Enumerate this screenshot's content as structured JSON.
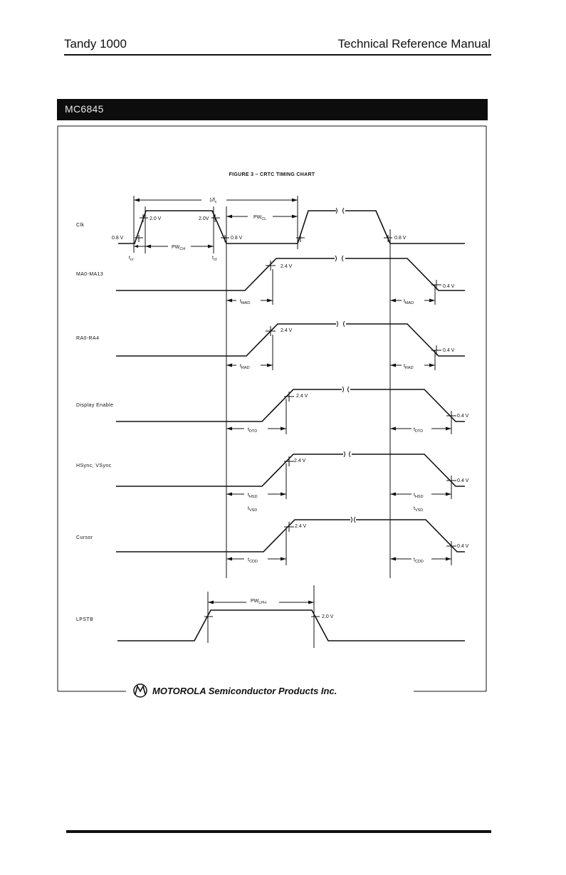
{
  "header": {
    "left": "Tandy 1000",
    "right": "Technical Reference Manual"
  },
  "banner": {
    "title": "MC6845"
  },
  "figure": {
    "title": "FIGURE 3 – CRTC TIMING CHART",
    "signals": {
      "clk": "Clk",
      "mad": "MA0-MA13",
      "rad": "RA0-RA4",
      "den": "Display Enable",
      "sync": "HSync, VSync",
      "cursor": "Cursor",
      "lpstb": "LPSTB"
    },
    "annotations": {
      "period_main": "1/f",
      "period_sub": "c",
      "v20": "2.0 V",
      "v20b": "2.0V",
      "v08": "0.8 V",
      "v24": "2.4 V",
      "v04": "0.4 V",
      "t_prefix": "t",
      "pw_prefix": "PW",
      "pwch_sub": "CH",
      "pwcl_sub": "CL",
      "pwlph_sub": "LPH",
      "tcr_sub": "cr",
      "tcf_sub": "cf",
      "tmad_sub": "MAD",
      "trad_sub": "RAD",
      "tdtd_sub": "DTD",
      "thsd_sub": "HSD",
      "tvsd_sub": "VSD",
      "tcdd_sub": "CDD"
    },
    "footer_brand": "MOTOROLA Semiconductor Products Inc."
  }
}
